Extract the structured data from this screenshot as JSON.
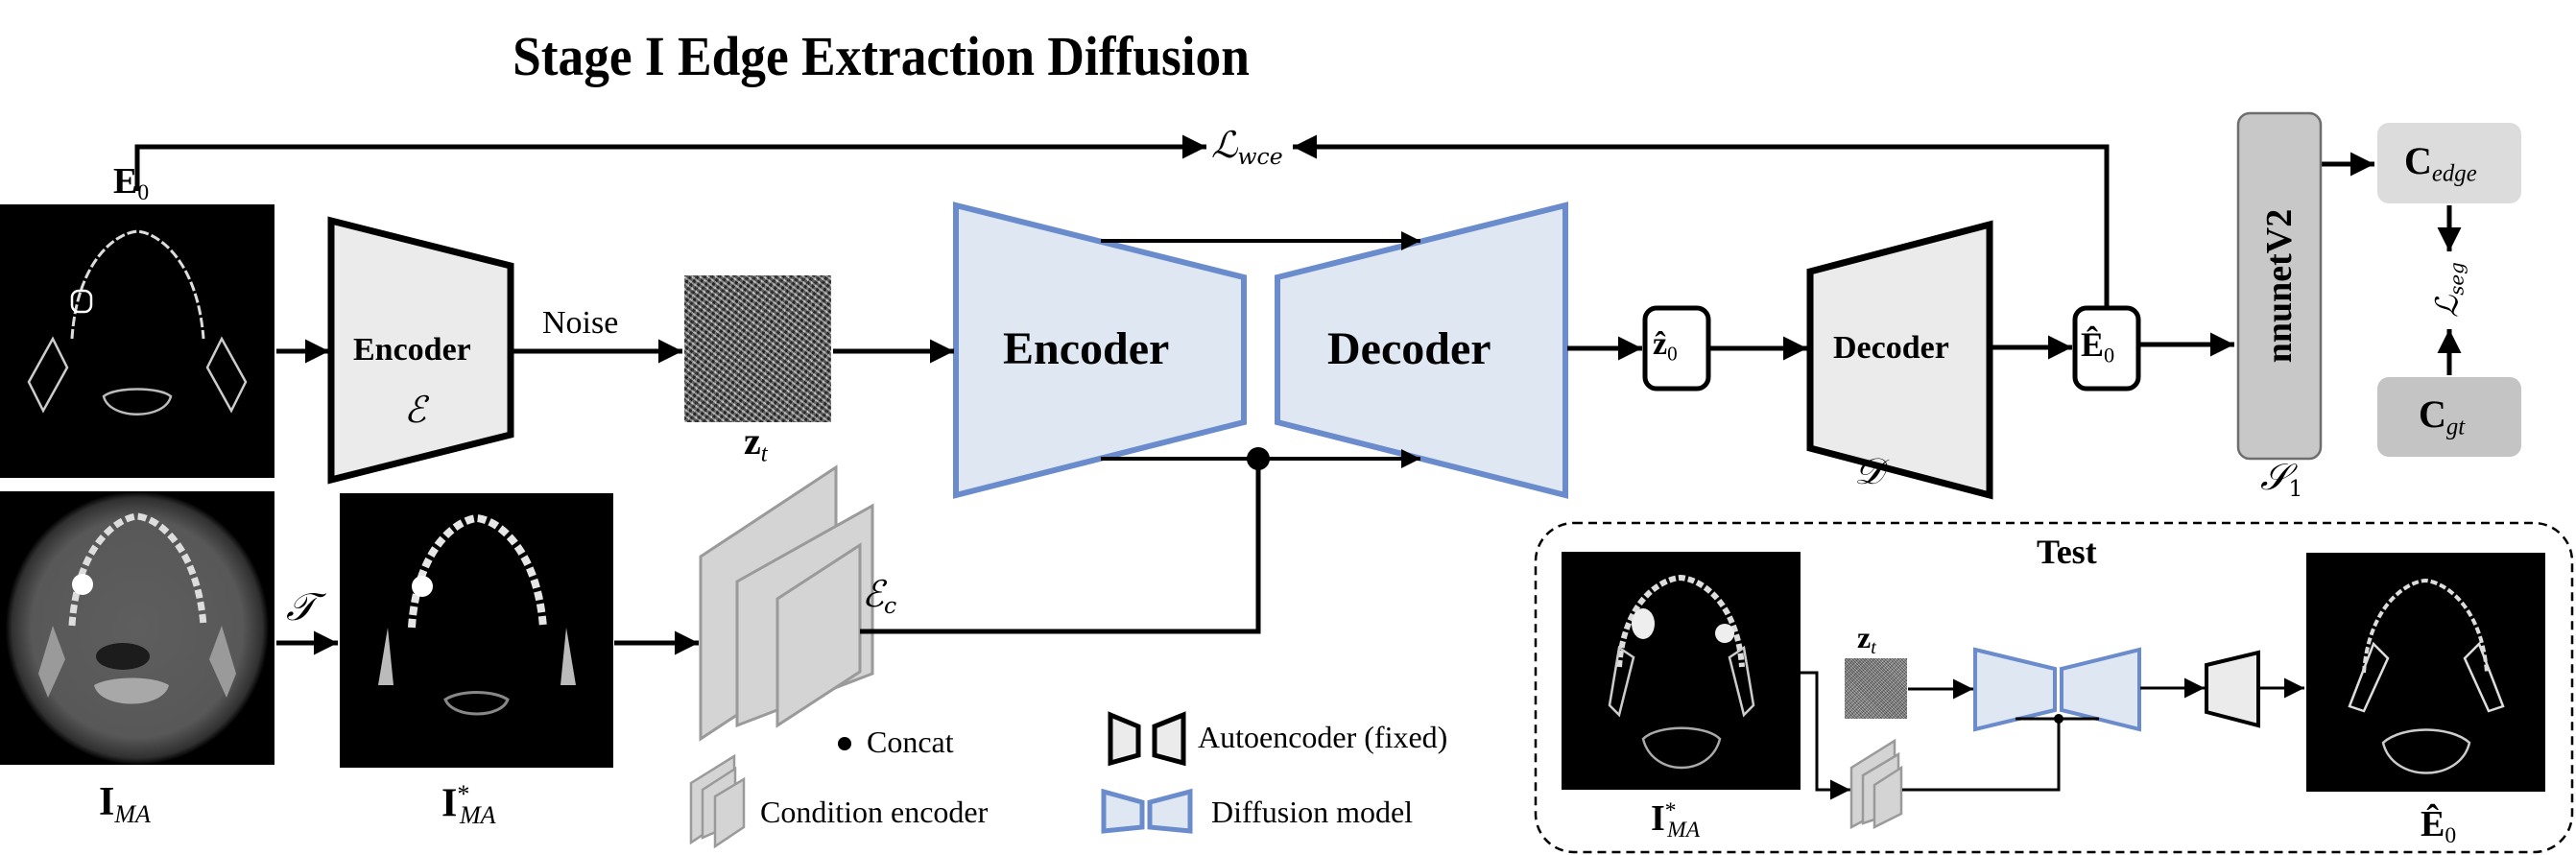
{
  "title": "Stage I Edge Extraction Diffusion",
  "loss_wce": {
    "main": "ℒ",
    "sub": "wce"
  },
  "loss_seg": {
    "main": "ℒ",
    "sub": "seg"
  },
  "labels": {
    "e0": {
      "main": "E",
      "sub": "0"
    },
    "i_ma": {
      "main": "I",
      "sub": "MA"
    },
    "i_ma_star": {
      "main": "I",
      "sup": "*",
      "sub": "MA"
    },
    "z_t": {
      "main": "z",
      "sub": "t"
    },
    "z0_hat": {
      "main": "ẑ",
      "sub": "0"
    },
    "e0_hat": {
      "main": "Ê",
      "sub": "0"
    },
    "transform": "𝒯",
    "noise": "Noise",
    "encoder_symbol": "ℰ",
    "cond_encoder_symbol": {
      "main": "ℰ",
      "sub": "c"
    },
    "decoder_symbol": "𝒟",
    "seg_symbol": {
      "main": "𝒮",
      "sub": "1"
    }
  },
  "blocks": {
    "vae_encoder": "Encoder",
    "vae_decoder": "Decoder",
    "diff_encoder": "Encoder",
    "diff_decoder": "Decoder",
    "segmenter": "nnunetV2",
    "c_edge": {
      "main": "C",
      "sub": "edge"
    },
    "c_gt": {
      "main": "C",
      "sub": "gt"
    }
  },
  "legend": {
    "concat": "Concat",
    "condition_encoder": "Condition encoder",
    "autoencoder": "Autoencoder (fixed)",
    "diffusion": "Diffusion model"
  },
  "test_panel": {
    "title": "Test",
    "input": {
      "main": "I",
      "sup": "*",
      "sub": "MA"
    },
    "noise": {
      "main": "z",
      "sub": "t"
    },
    "output": {
      "main": "Ê",
      "sub": "0"
    }
  },
  "colors": {
    "diffusion_fill": "#dfe7f3",
    "diffusion_stroke": "#6a8ccc",
    "autoencoder_fill": "#ebebeb",
    "cond_fill": "#d4d4d4",
    "cond_stroke": "#9a9a9a",
    "segmenter_fill": "#c8c8c8",
    "c_edge_fill": "#dcdcdc",
    "c_gt_fill": "#c4c4c4"
  }
}
